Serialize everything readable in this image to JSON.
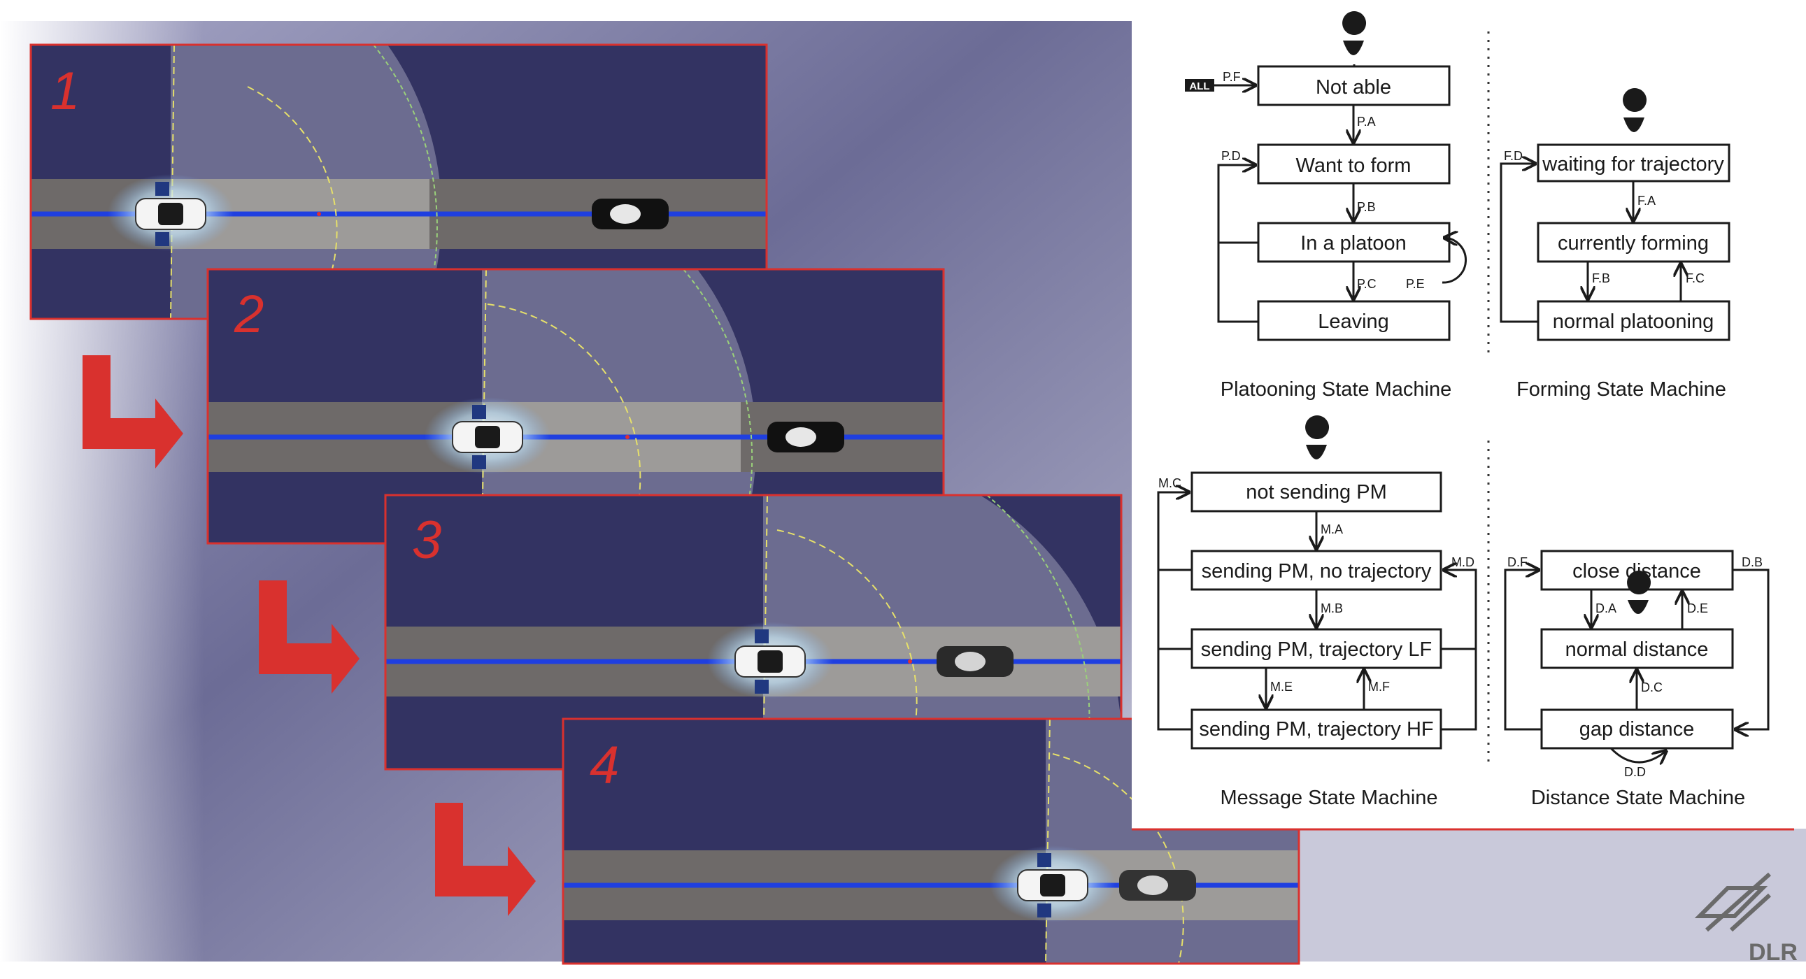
{
  "figure": {
    "panels": [
      {
        "number": "1"
      },
      {
        "number": "2"
      },
      {
        "number": "3"
      },
      {
        "number": "4"
      }
    ],
    "logo": {
      "text": "DLR"
    }
  },
  "state_machines": {
    "platooning": {
      "caption": "Platooning State Machine",
      "states": [
        "Not able",
        "Want to form",
        "In a platoon",
        "Leaving"
      ],
      "all_label": "ALL",
      "transitions": [
        "P.F",
        "P.A",
        "P.D",
        "P.B",
        "P.C",
        "P.E"
      ]
    },
    "forming": {
      "caption": "Forming State Machine",
      "states": [
        "waiting for trajectory",
        "currently forming",
        "normal platooning"
      ],
      "transitions": [
        "F.D",
        "F.A",
        "F.B",
        "F.C"
      ]
    },
    "message": {
      "caption": "Message State Machine",
      "states": [
        "not sending PM",
        "sending PM, no trajectory",
        "sending PM, trajectory LF",
        "sending PM, trajectory HF"
      ],
      "transitions": [
        "M.C",
        "M.A",
        "M.D",
        "M.B",
        "M.E",
        "M.F"
      ]
    },
    "distance": {
      "caption": "Distance State Machine",
      "states": [
        "close distance",
        "normal distance",
        "gap distance"
      ],
      "transitions": [
        "D.F",
        "D.B",
        "D.A",
        "D.E",
        "D.C",
        "D.D"
      ]
    }
  },
  "colors": {
    "panel_border": "#d9312e",
    "panel_bg": "#333362",
    "road": "#6e6a69",
    "lane_line": "#1f3fe0",
    "sensor_field": "#9a9ab3",
    "arrow": "#d9312e"
  }
}
